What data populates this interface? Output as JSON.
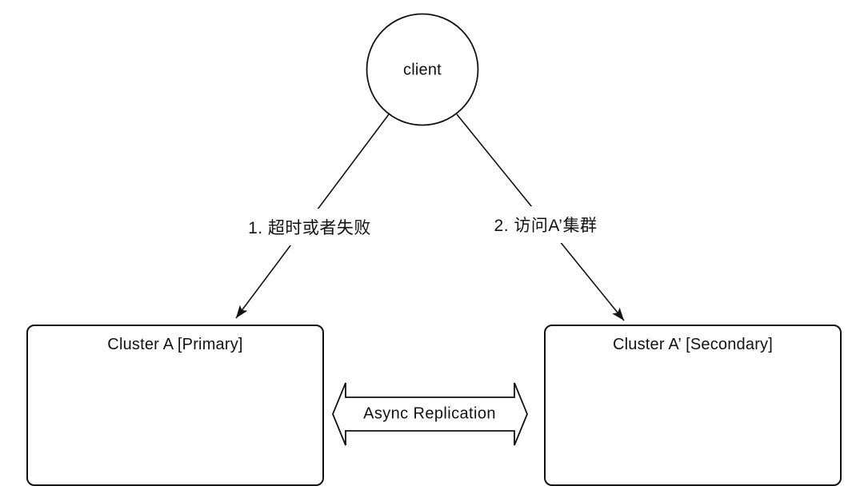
{
  "canvas": {
    "background": "#ffffff",
    "stroke_color": "#111111"
  },
  "client_node": {
    "label": "client"
  },
  "edges": {
    "timeout": {
      "label": "1. 超时或者失败"
    },
    "access": {
      "label": "2. 访问A’集群"
    }
  },
  "clusters": {
    "primary": {
      "title": "Cluster A [Primary]"
    },
    "secondary": {
      "title": "Cluster A’ [Secondary]"
    }
  },
  "replication": {
    "label": "Async Replication"
  }
}
